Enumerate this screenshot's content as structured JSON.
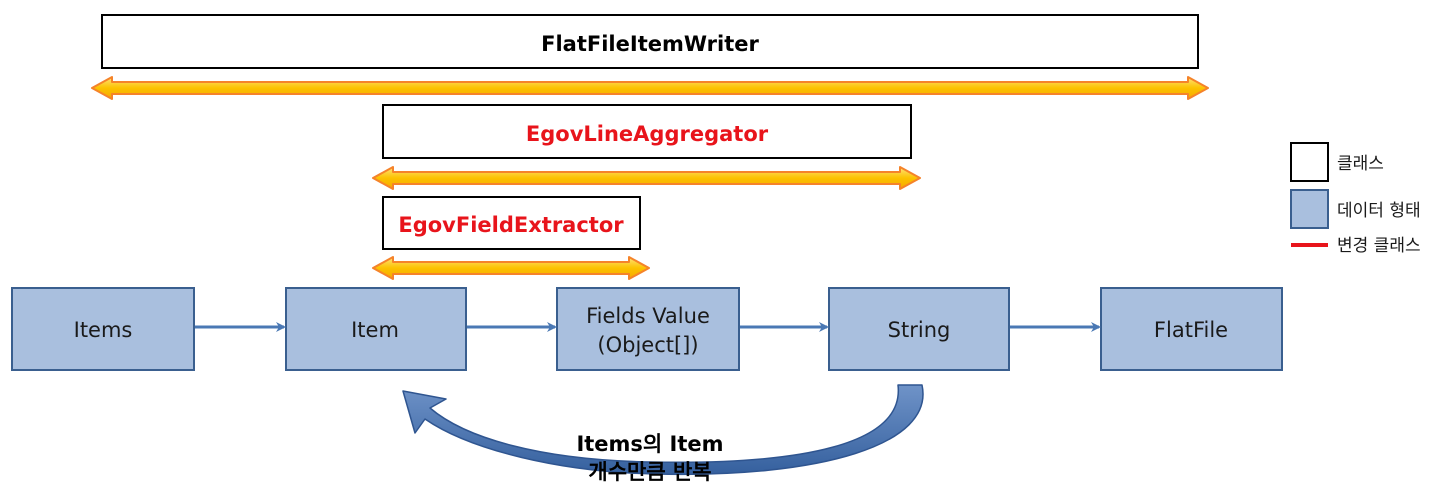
{
  "classes": {
    "writer": {
      "label": "FlatFileItemWriter",
      "changed": false
    },
    "aggregator": {
      "label": "EgovLineAggregator",
      "changed": true
    },
    "extractor": {
      "label": "EgovFieldExtractor",
      "changed": true
    }
  },
  "flow": {
    "items": {
      "label": "Items"
    },
    "item": {
      "label": "Item"
    },
    "fields": {
      "line1": "Fields Value",
      "line2": "(Object[])"
    },
    "string": {
      "label": "String"
    },
    "flatfile": {
      "label": "FlatFile"
    }
  },
  "loop": {
    "line1": "Items의 Item",
    "line2": "개수만큼 반복"
  },
  "legend": {
    "class_label": "클래스",
    "data_label": "데이터 형태",
    "changed_label": "변경 클래스"
  },
  "colors": {
    "changed_text": "#e8141b",
    "normal_text": "#000000",
    "data_fill": "#a9bfde",
    "data_stroke": "#3a5f8f",
    "range_arrow_fill": "#fcc200",
    "range_arrow_stroke": "#f5832a",
    "flow_arrow": "#4a78b4",
    "loop_arrow": "#3f6aa8"
  }
}
